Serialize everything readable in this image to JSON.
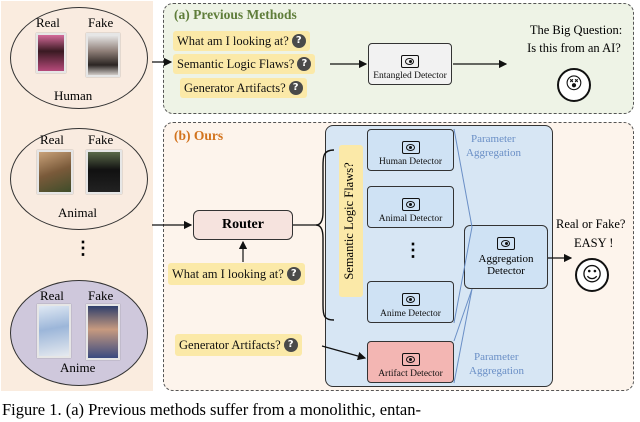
{
  "left_panel": {
    "groups": [
      {
        "real": "Real",
        "fake": "Fake",
        "category": "Human"
      },
      {
        "real": "Real",
        "fake": "Fake",
        "category": "Animal"
      },
      {
        "real": "Real",
        "fake": "Fake",
        "category": "Anime"
      }
    ],
    "ellipsis": "⋮"
  },
  "previous": {
    "title": "(a) Previous Methods",
    "questions": [
      "What am I looking at?",
      "Semantic Logic Flaws?",
      "Generator Artifacts?"
    ],
    "detector": "Entangled Detector",
    "output_line1": "The Big Question:",
    "output_line2": "Is this from an AI?",
    "face": "😵"
  },
  "ours": {
    "title": "(b) Ours",
    "router": "Router",
    "router_question": "What am I looking at?",
    "artifact_question": "Generator Artifacts?",
    "semantic_label": "Semantic Logic Flaws?",
    "detectors": [
      "Human Detector",
      "Animal Detector",
      "Anime Detector"
    ],
    "detector_ellipsis": "⋮",
    "artifact_detector": "Artifact Detector",
    "param_agg_top_1": "Parameter",
    "param_agg_top_2": "Aggregation",
    "param_agg_bottom_1": "Parameter",
    "param_agg_bottom_2": "Aggregation",
    "aggregation_1": "Aggregation",
    "aggregation_2": "Detector",
    "output_line1": "Real or Fake?",
    "output_line2": "EASY !",
    "face": "☺"
  },
  "caption": "Figure 1.  (a) Previous methods suffer from a monolithic, entan-",
  "colors": {
    "left_bg": "#faecdf",
    "prev_bg": "#eef3e6",
    "ours_bg": "#fdf4ec",
    "blue_panel": "#d7e6f4",
    "question_bg": "#fbe9a8",
    "detector_bg": "#cfe2f4",
    "artifact_bg": "#f3b6b3",
    "title_a": "#5f7d3a",
    "title_b": "#d2731d",
    "param_text": "#6a8fc6"
  }
}
